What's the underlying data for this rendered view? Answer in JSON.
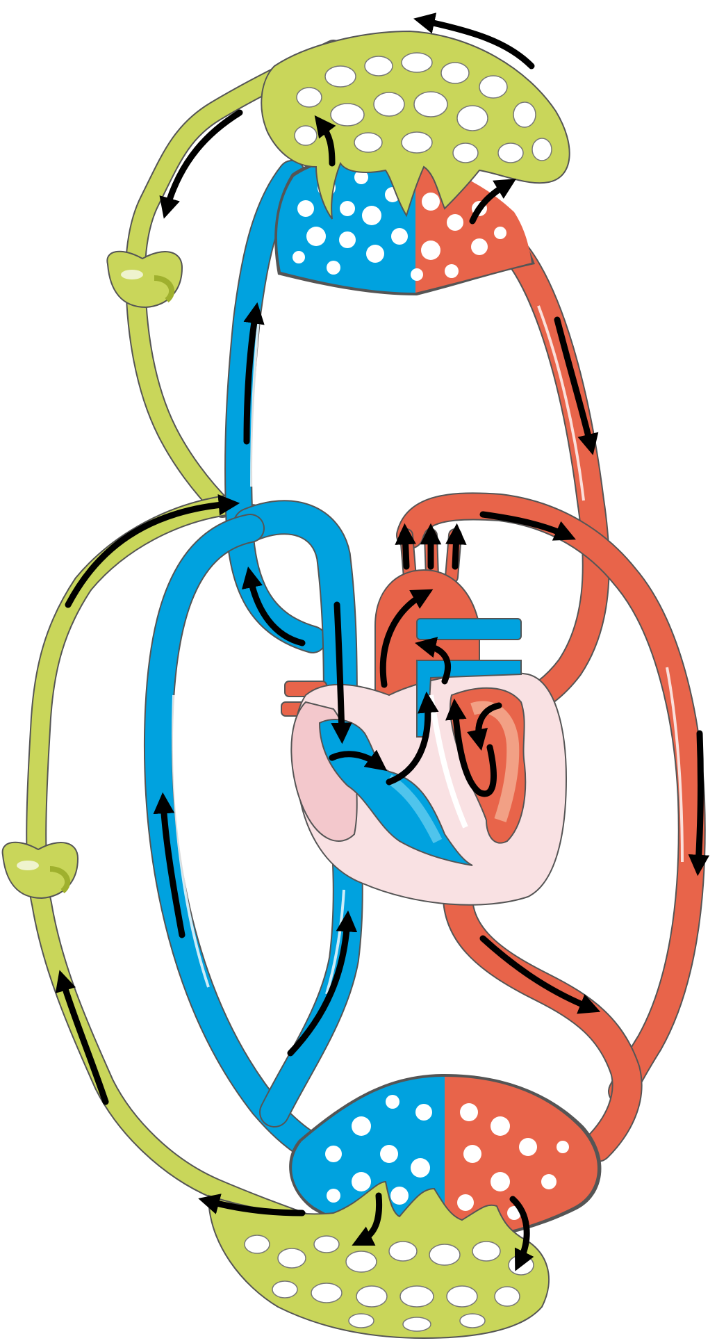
{
  "diagram": {
    "type": "circulatory-system-illustration",
    "labels": [],
    "colors": {
      "venous": "#00a2df",
      "venous_light": "#4fc4ec",
      "arterial": "#e8644a",
      "arterial_light": "#f2a085",
      "lymph": "#c9d65a",
      "lymph_dark": "#9fb02e",
      "heart_tissue": "#f9e1e3",
      "outline": "#555555",
      "arrow": "#000000"
    },
    "components": [
      "upper-capillary-bed",
      "lower-capillary-bed",
      "upper-lymph-network",
      "lower-lymph-network",
      "lymph-nodes",
      "heart",
      "pulmonary-circuit",
      "systemic-circuit"
    ]
  }
}
